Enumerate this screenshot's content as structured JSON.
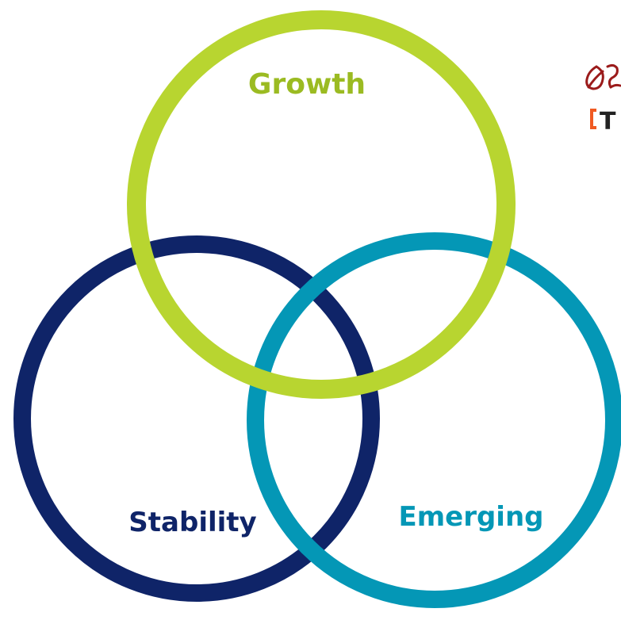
{
  "diagram": {
    "circles": {
      "stability": {
        "label": "Stability",
        "color": "#0f2468"
      },
      "emerging": {
        "label": "Emerging",
        "color": "#0497b6"
      },
      "growth": {
        "label": "Growth",
        "color": "#b8d530"
      }
    },
    "logo": {
      "brand_text": "T",
      "mark_color": "#9b1b1b",
      "bracket_color": "#f05a22",
      "text_color": "#222222"
    }
  }
}
